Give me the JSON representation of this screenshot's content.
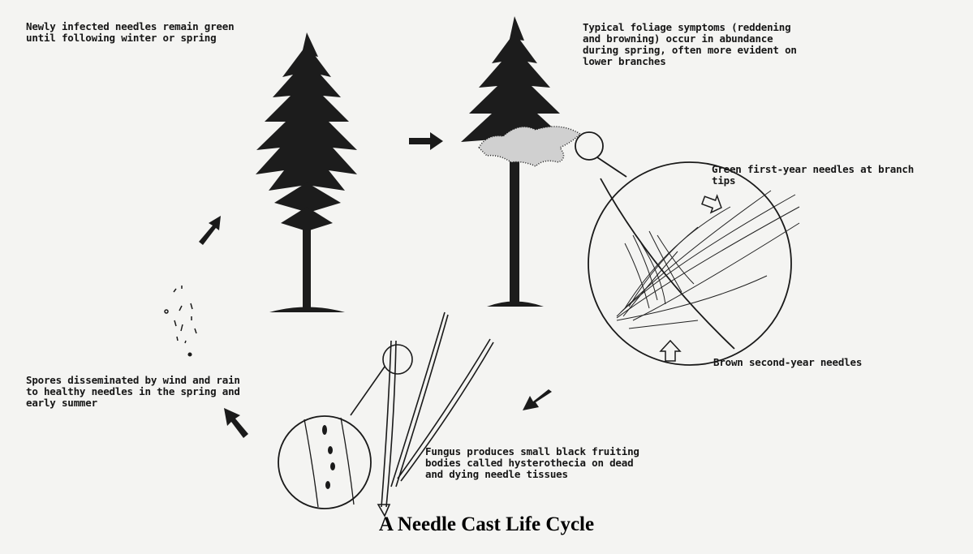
{
  "labels": {
    "newly_infected": "Newly infected needles remain green\nuntil following winter or spring",
    "typical_symptoms": "Typical foliage symptoms (reddening\nand browning) occur in abundance\nduring spring, often more evident on\nlower branches",
    "green_needles": "Green first-year needles at branch\ntips",
    "brown_needles": "Brown second-year needles",
    "spores": "Spores disseminated by wind and rain\nto healthy needles in the spring and\nearly summer",
    "fungus": "Fungus produces small black fruiting\nbodies called hysterothecia on dead\nand dying needle tissues"
  },
  "caption": "A Needle Cast Life Cycle",
  "colors": {
    "ink": "#1a1a1a",
    "paper": "#f4f4f2"
  }
}
